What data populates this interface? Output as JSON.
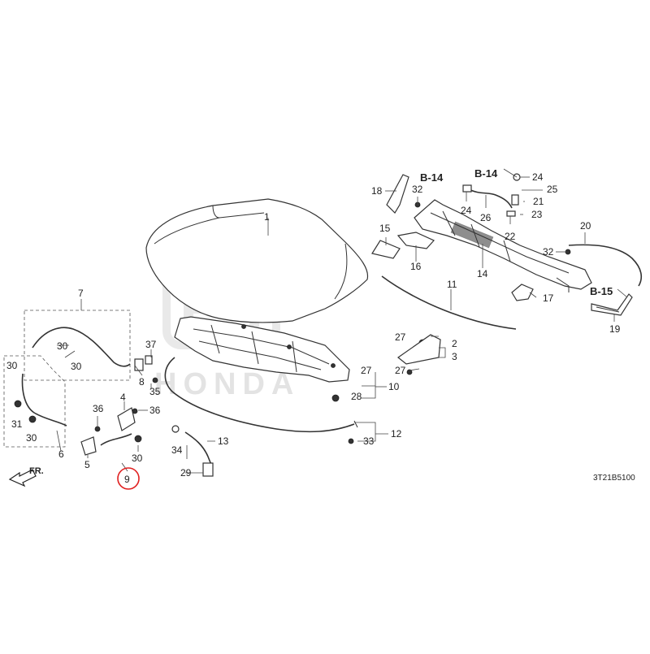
{
  "diagram": {
    "drawing_code": "3T21B5100",
    "direction_label": "FR.",
    "highlighted_part": "9",
    "highlight_color": "#e02020",
    "callouts": {
      "c1": "1",
      "c2": "2",
      "c3": "3",
      "c4": "4",
      "c5": "5",
      "c6": "6",
      "c7": "7",
      "c8": "8",
      "c9": "9",
      "c10": "10",
      "c11": "11",
      "c12": "12",
      "c13": "13",
      "c14": "14",
      "c15": "15",
      "c16": "16",
      "c17": "17",
      "c18": "18",
      "c19": "19",
      "c20": "20",
      "c21": "21",
      "c22": "22",
      "c23": "23",
      "c24a": "24",
      "c24b": "24",
      "c25": "25",
      "c26": "26",
      "c27a": "27",
      "c27b": "27",
      "c27c": "27",
      "c28": "28",
      "c29": "29",
      "c30a": "30",
      "c30b": "30",
      "c30c": "30",
      "c30d": "30",
      "c30e": "30",
      "c31": "31",
      "c32a": "32",
      "c32b": "32",
      "c33": "33",
      "c34": "34",
      "c35": "35",
      "c36a": "36",
      "c36b": "36",
      "c37": "37"
    },
    "references": {
      "b14a": "B-14",
      "b14b": "B-14",
      "b15": "B-15"
    }
  }
}
